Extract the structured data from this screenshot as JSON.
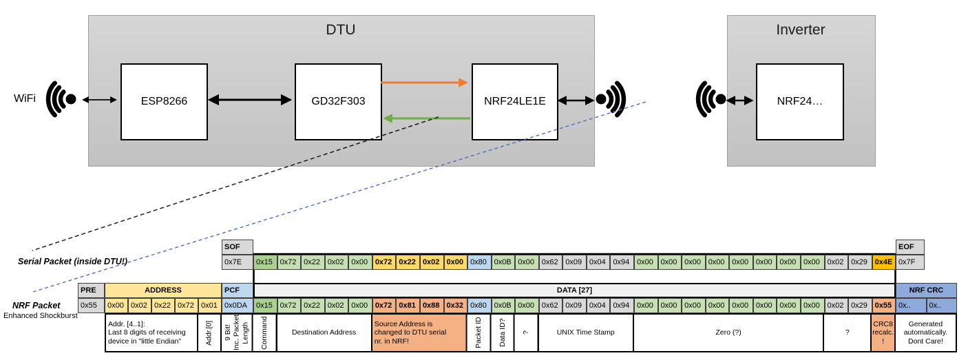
{
  "diagram": {
    "dtu_title": "DTU",
    "inverter_title": "Inverter",
    "wifi_label": "WiFi",
    "components": {
      "esp": "ESP8266",
      "gd": "GD32F303",
      "nrf": "NRF24LE1E",
      "inv_nrf": "NRF24…"
    },
    "colors": {
      "orange_arrow": "#ED7D31",
      "green_arrow": "#70AD47",
      "blue_dash": "#4472C4",
      "black": "#000000"
    }
  },
  "cell_colors": {
    "gray": "#D9D9D9",
    "lightgray": "#F1F1F1",
    "green_dark": "#A9D08E",
    "green": "#C6E0B4",
    "gold": "#FFD966",
    "gold_bright": "#FFC000",
    "blue": "#BDD7EE",
    "blue_dark": "#8EAADB",
    "salmon": "#F4B183",
    "yellow": "#FFE699",
    "white": "#FFFFFF"
  },
  "serial": {
    "label": "Serial Packet (inside DTU!)",
    "sof": {
      "header": "SOF",
      "byte": "0x7E"
    },
    "eof": {
      "header": "EOF",
      "byte": "0x7F"
    },
    "data": [
      {
        "v": "0x15",
        "c": "green_dark",
        "b": false
      },
      {
        "v": "0x72",
        "c": "green",
        "b": false
      },
      {
        "v": "0x22",
        "c": "green",
        "b": false
      },
      {
        "v": "0x02",
        "c": "green",
        "b": false
      },
      {
        "v": "0x00",
        "c": "green",
        "b": false
      },
      {
        "v": "0x72",
        "c": "gold",
        "b": true
      },
      {
        "v": "0x22",
        "c": "gold",
        "b": true
      },
      {
        "v": "0x02",
        "c": "gold",
        "b": true
      },
      {
        "v": "0x00",
        "c": "gold",
        "b": true
      },
      {
        "v": "0x80",
        "c": "blue",
        "b": false
      },
      {
        "v": "0x0B",
        "c": "green",
        "b": false
      },
      {
        "v": "0x00",
        "c": "green",
        "b": false
      },
      {
        "v": "0x62",
        "c": "gray",
        "b": false
      },
      {
        "v": "0x09",
        "c": "gray",
        "b": false
      },
      {
        "v": "0x04",
        "c": "gray",
        "b": false
      },
      {
        "v": "0x94",
        "c": "gray",
        "b": false
      },
      {
        "v": "0x00",
        "c": "green",
        "b": false
      },
      {
        "v": "0x00",
        "c": "green",
        "b": false
      },
      {
        "v": "0x00",
        "c": "green",
        "b": false
      },
      {
        "v": "0x00",
        "c": "green",
        "b": false
      },
      {
        "v": "0x00",
        "c": "green",
        "b": false
      },
      {
        "v": "0x00",
        "c": "green",
        "b": false
      },
      {
        "v": "0x00",
        "c": "green",
        "b": false
      },
      {
        "v": "0x00",
        "c": "green",
        "b": false
      },
      {
        "v": "0x02",
        "c": "gray",
        "b": false
      },
      {
        "v": "0x29",
        "c": "gray",
        "b": false
      },
      {
        "v": "0x4E",
        "c": "gold_bright",
        "b": true
      }
    ]
  },
  "nrf": {
    "label": "NRF Packet",
    "sublabel": "Enhanced Shockburst",
    "pre": {
      "header": "PRE",
      "byte": "0x55"
    },
    "address": {
      "header": "ADDRESS",
      "bytes": [
        "0x00",
        "0x02",
        "0x22",
        "0x72",
        "0x01"
      ]
    },
    "pcf": {
      "header": "PCF",
      "byte": "0x0DA"
    },
    "data_header": "DATA [27]",
    "data": [
      {
        "v": "0x15",
        "c": "green_dark",
        "b": false
      },
      {
        "v": "0x72",
        "c": "green",
        "b": false
      },
      {
        "v": "0x22",
        "c": "green",
        "b": false
      },
      {
        "v": "0x02",
        "c": "green",
        "b": false
      },
      {
        "v": "0x00",
        "c": "green",
        "b": false
      },
      {
        "v": "0x72",
        "c": "salmon",
        "b": true
      },
      {
        "v": "0x81",
        "c": "salmon",
        "b": true
      },
      {
        "v": "0x88",
        "c": "salmon",
        "b": true
      },
      {
        "v": "0x32",
        "c": "salmon",
        "b": true
      },
      {
        "v": "0x80",
        "c": "blue",
        "b": false
      },
      {
        "v": "0x0B",
        "c": "green",
        "b": false
      },
      {
        "v": "0x00",
        "c": "green",
        "b": false
      },
      {
        "v": "0x62",
        "c": "gray",
        "b": false
      },
      {
        "v": "0x09",
        "c": "gray",
        "b": false
      },
      {
        "v": "0x04",
        "c": "gray",
        "b": false
      },
      {
        "v": "0x94",
        "c": "gray",
        "b": false
      },
      {
        "v": "0x00",
        "c": "green",
        "b": false
      },
      {
        "v": "0x00",
        "c": "green",
        "b": false
      },
      {
        "v": "0x00",
        "c": "green",
        "b": false
      },
      {
        "v": "0x00",
        "c": "green",
        "b": false
      },
      {
        "v": "0x00",
        "c": "green",
        "b": false
      },
      {
        "v": "0x00",
        "c": "green",
        "b": false
      },
      {
        "v": "0x00",
        "c": "green",
        "b": false
      },
      {
        "v": "0x00",
        "c": "green",
        "b": false
      },
      {
        "v": "0x02",
        "c": "gray",
        "b": false
      },
      {
        "v": "0x29",
        "c": "gray",
        "b": false
      },
      {
        "v": "0x55",
        "c": "salmon",
        "b": true
      }
    ],
    "crc": {
      "header": "NRF CRC",
      "bytes": [
        "0x..",
        "0x.."
      ]
    },
    "annotations": [
      {
        "text": "Addr. [4..1]:\nLast 8 digits of receiving\ndevice in \"little Endian\"",
        "region": "addr",
        "span": 4,
        "align": "left",
        "vertical": false,
        "bg": "white"
      },
      {
        "text": "Addr.[0]",
        "region": "addr",
        "span": 1,
        "vertical": true,
        "bg": "white"
      },
      {
        "text": "9 Bit!\nInc. Packet\nLength",
        "region": "pcf",
        "span": 1,
        "vertical": true,
        "bg": "white"
      },
      {
        "text": "Command",
        "region": "data",
        "span": 1,
        "vertical": true,
        "bg": "white"
      },
      {
        "text": "Destination Address",
        "region": "data",
        "span": 4,
        "vertical": false,
        "bg": "white"
      },
      {
        "text": "Source Address is\nchanged to DTU serial\nnr. in NRF!",
        "region": "data",
        "span": 4,
        "align": "left",
        "vertical": false,
        "bg": "salmon"
      },
      {
        "text": "Packet ID",
        "region": "data",
        "span": 1,
        "vertical": true,
        "bg": "white"
      },
      {
        "text": "Data ID?",
        "region": "data",
        "span": 1,
        "vertical": true,
        "bg": "white"
      },
      {
        "text": "?",
        "region": "data",
        "span": 1,
        "vertical": true,
        "bg": "white"
      },
      {
        "text": "UNIX Time Stamp",
        "region": "data",
        "span": 4,
        "vertical": false,
        "bg": "white"
      },
      {
        "text": "Zero (?)",
        "region": "data",
        "span": 8,
        "vertical": false,
        "bg": "white"
      },
      {
        "text": "?",
        "region": "data",
        "span": 2,
        "vertical": false,
        "bg": "white"
      },
      {
        "text": "CRC8\nrecalc.\n!",
        "region": "data",
        "span": 1,
        "vertical": false,
        "bg": "salmon"
      },
      {
        "text": "Generated\nautomatically.\nDont Care!",
        "region": "crc",
        "span": 2,
        "vertical": false,
        "bg": "white"
      }
    ]
  }
}
